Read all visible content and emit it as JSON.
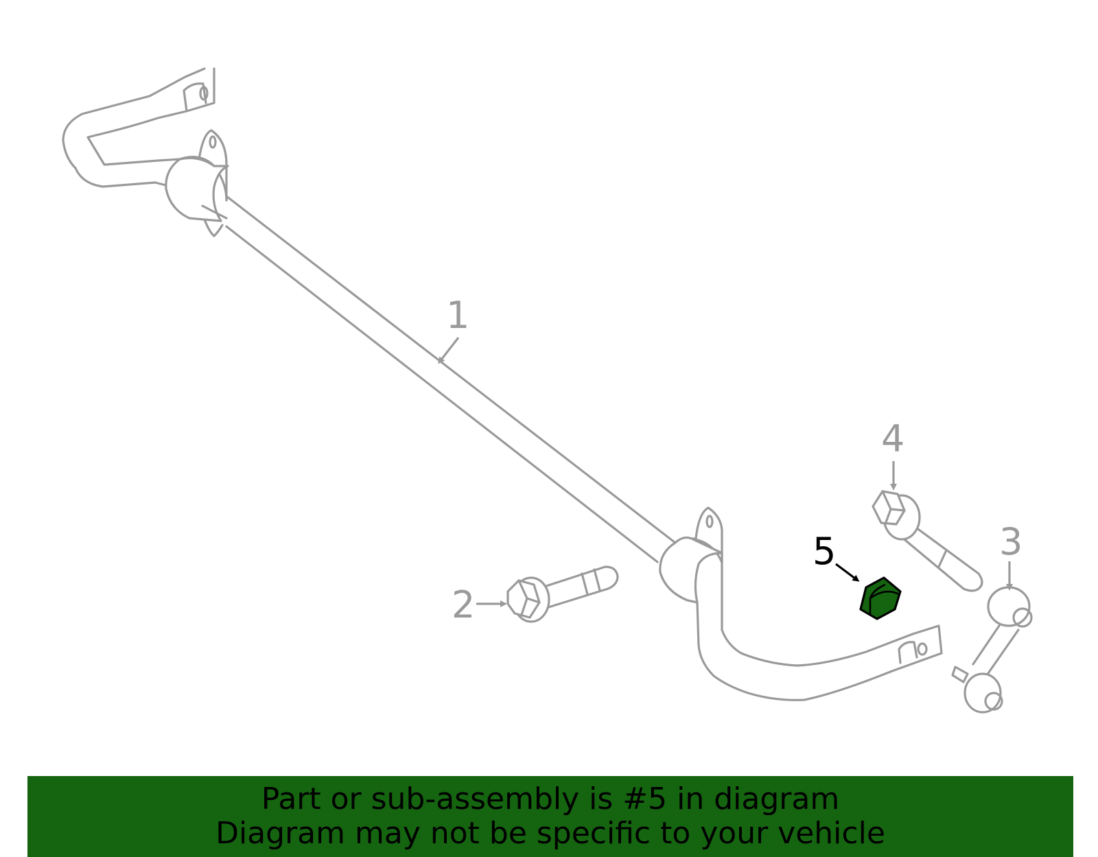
{
  "colors": {
    "outline": "#9a9a9a",
    "highlight_fill": "#156410",
    "highlight_stroke": "#000000",
    "banner_bg": "#156410",
    "banner_text": "#000000",
    "callout_gray": "#9a9a9a",
    "callout_highlight": "#000000"
  },
  "callouts": [
    {
      "id": "1",
      "label": "1",
      "part": "stabilizer-bar",
      "highlighted": false
    },
    {
      "id": "2",
      "label": "2",
      "part": "bushing-bolt",
      "highlighted": false
    },
    {
      "id": "3",
      "label": "3",
      "part": "stabilizer-link",
      "highlighted": false
    },
    {
      "id": "4",
      "label": "4",
      "part": "link-bolt",
      "highlighted": false
    },
    {
      "id": "5",
      "label": "5",
      "part": "nut",
      "highlighted": true
    }
  ],
  "banner": {
    "line1": "Part or sub-assembly is #5 in diagram",
    "line2": "Diagram may not be specific to your vehicle"
  }
}
